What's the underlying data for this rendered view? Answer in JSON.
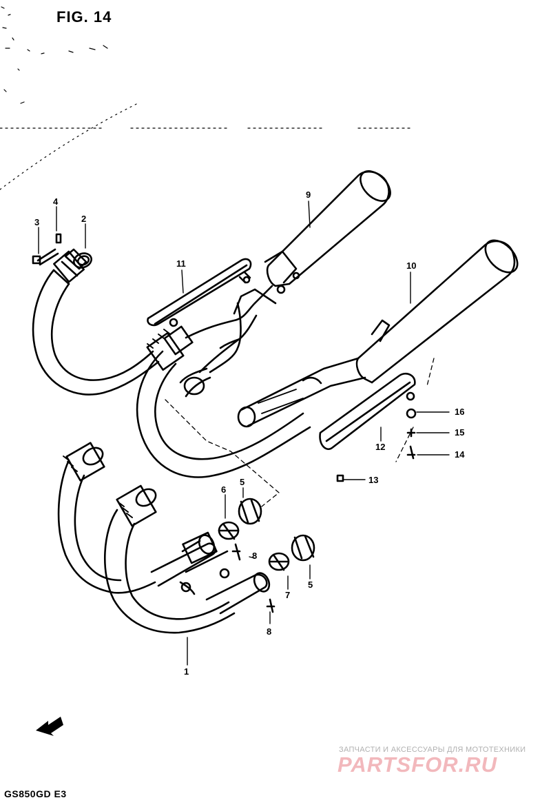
{
  "figure": {
    "title": "FIG. 14",
    "model_code": "GS850GD E3"
  },
  "callouts": {
    "c1": "1",
    "c2": "2",
    "c3": "3",
    "c4": "4",
    "c5a": "5",
    "c5b": "5",
    "c6": "6",
    "c7": "7",
    "c8a": "8",
    "c8b": "8",
    "c9": "9",
    "c10": "10",
    "c11": "11",
    "c12": "12",
    "c13": "13",
    "c14": "14",
    "c15": "15",
    "c16": "16"
  },
  "watermark": {
    "tagline": "ЗАПЧАСТИ И АКСЕССУАРЫ ДЛЯ МОТОТЕХНИКИ",
    "logo": "PARTSFOR.RU"
  },
  "colors": {
    "ink": "#000000",
    "watermark_logo": "#f2b8bc",
    "watermark_text": "#b0b0b0"
  }
}
